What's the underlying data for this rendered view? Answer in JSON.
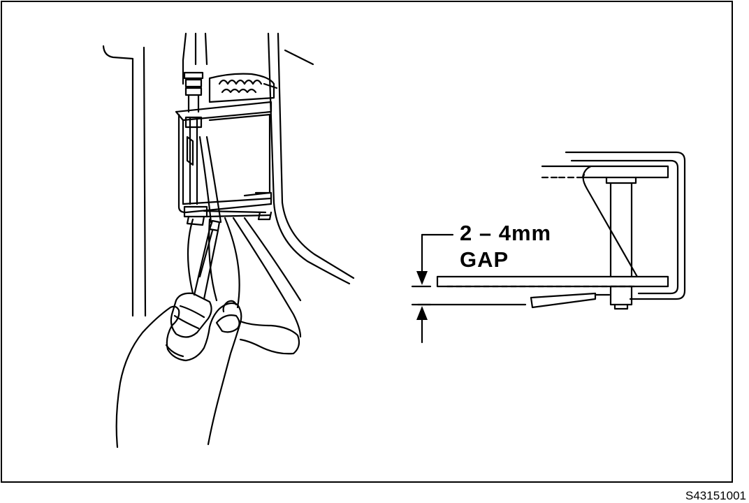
{
  "callout": {
    "range": "2 – 4mm",
    "word": "GAP"
  },
  "figure": {
    "code": "S43151001"
  },
  "colors": {
    "ink": "#000000",
    "paper": "#ffffff"
  }
}
